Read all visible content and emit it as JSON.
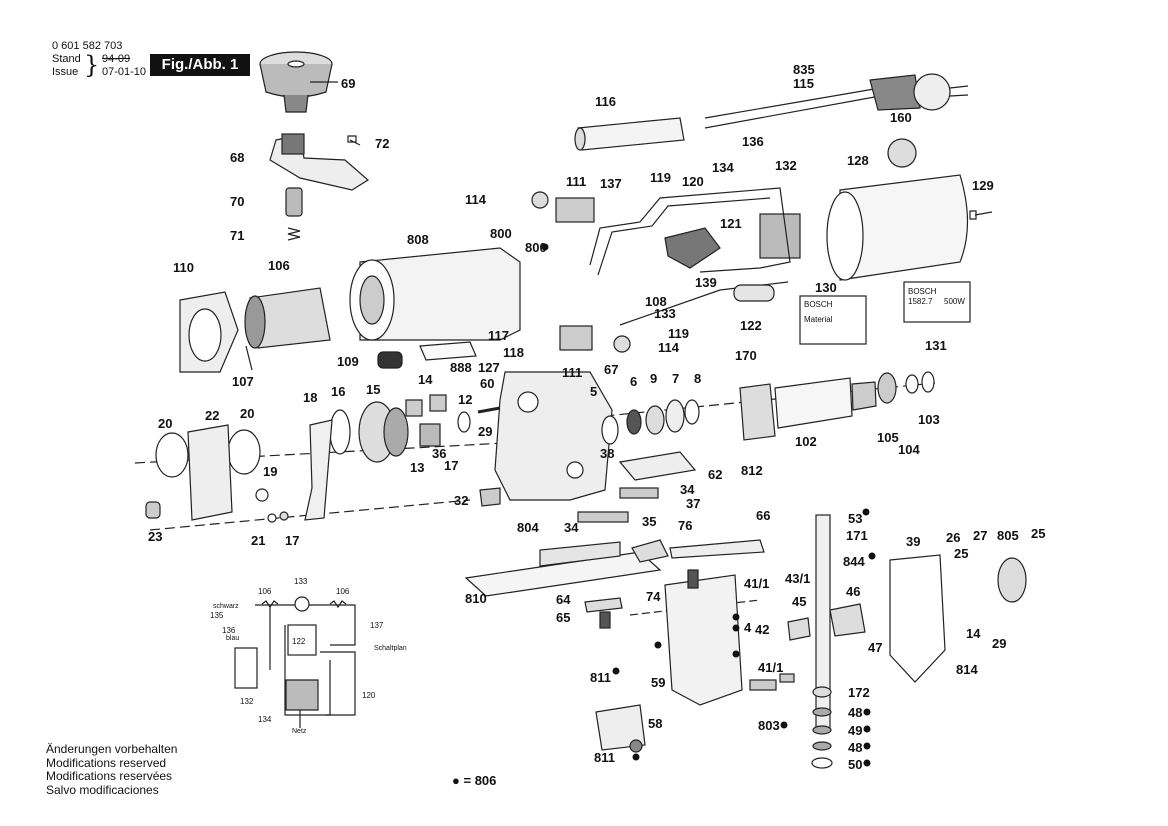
{
  "header": {
    "doc_number": "0 601 582 703",
    "stand_label": "Stand",
    "stand_date": "94-09",
    "issue_label": "Issue",
    "issue_date": "07-01-10",
    "figure_tag": "Fig./Abb. 1"
  },
  "notes": [
    "Änderungen vorbehalten",
    "Modifications reserved",
    "Modifications reservées",
    "Salvo modificaciones"
  ],
  "legend": "= 806",
  "parts": {
    "p835": "835",
    "p115": "115",
    "p116": "116",
    "p69": "69",
    "p72": "72",
    "p68": "68",
    "p70": "70",
    "p71": "71",
    "p160": "160",
    "p136": "136",
    "p128": "128",
    "p134": "134",
    "p132": "132",
    "p129": "129",
    "p111a": "111",
    "p137": "137",
    "p119a": "119",
    "p120": "120",
    "p114a": "114",
    "p121": "121",
    "p808": "808",
    "p800a": "800",
    "p800b": "800",
    "p110": "110",
    "p106": "106",
    "p108": "108",
    "p139": "139",
    "p130": "130",
    "p133": "133",
    "p122": "122",
    "p117": "117",
    "p119b": "119",
    "p118": "118",
    "p114b": "114",
    "p131": "131",
    "p107": "107",
    "p109": "109",
    "p888": "888",
    "p127": "127",
    "p111b": "111",
    "p14a": "14",
    "p60": "60",
    "p67": "67",
    "p170": "170",
    "p18": "18",
    "p16": "16",
    "p15": "15",
    "p12": "12",
    "p5": "5",
    "p6": "6",
    "p9": "9",
    "p7": "7",
    "p8": "8",
    "p20a": "20",
    "p22": "22",
    "p20b": "20",
    "p29a": "29",
    "p105": "105",
    "p103": "103",
    "p102": "102",
    "p104": "104",
    "p36": "36",
    "p38": "38",
    "p62": "62",
    "p812": "812",
    "p13": "13",
    "p17a": "17",
    "p19": "19",
    "p34a": "34",
    "p32": "32",
    "p37": "37",
    "p66": "66",
    "p53": "53",
    "p804": "804",
    "p34b": "34",
    "p35": "35",
    "p76": "76",
    "p171": "171",
    "p39": "39",
    "p26": "26",
    "p27": "27",
    "p805": "805",
    "p25a": "25",
    "p25b": "25",
    "p23": "23",
    "p21": "21",
    "p17b": "17",
    "p844": "844",
    "p41_1a": "41/1",
    "p43_1": "43/1",
    "p46": "46",
    "p810": "810",
    "p64": "64",
    "p74": "74",
    "p45": "45",
    "p4": "4",
    "p42": "42",
    "p65": "65",
    "p47": "47",
    "p14b": "14",
    "p29b": "29",
    "p814": "814",
    "p41_1b": "41/1",
    "p811a": "811",
    "p59": "59",
    "p172": "172",
    "p48a": "48",
    "p803": "803",
    "p58": "58",
    "p49": "49",
    "p48b": "48",
    "p811b": "811",
    "p50": "50"
  },
  "labels_text": {
    "plate_brand": "BOSCH",
    "plate_material": "Material",
    "rating_brand": "BOSCH",
    "rating_model": "1582.7",
    "rating_power": "500W"
  },
  "schematic": {
    "label_schwarz": "schwarz",
    "label_blau": "blau",
    "label_netz": "Netz",
    "label_schaltplan": "Schaltplan",
    "s106a": "106",
    "s133": "133",
    "s106b": "106",
    "s135": "135",
    "s137": "137",
    "s136": "136",
    "s122": "122",
    "s120": "120",
    "s132": "132",
    "s134": "134"
  }
}
